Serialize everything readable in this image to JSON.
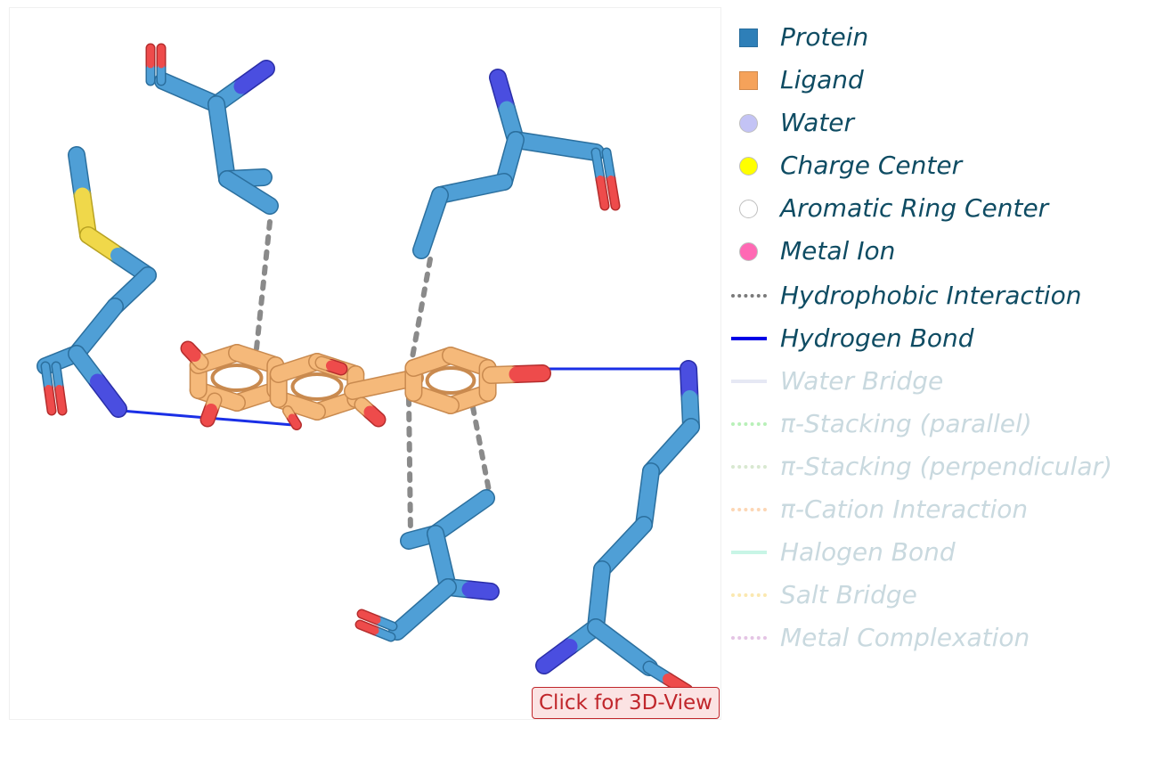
{
  "view_button": {
    "label": "Click for 3D-View"
  },
  "legend": [
    {
      "label": "Protein",
      "swatch": "square",
      "color": "#2e7fb8",
      "dimmed": false
    },
    {
      "label": "Ligand",
      "swatch": "square",
      "color": "#f5a25a",
      "dimmed": false
    },
    {
      "label": "Water",
      "swatch": "circle",
      "color": "#c3c3f5",
      "dimmed": false
    },
    {
      "label": "Charge Center",
      "swatch": "circle",
      "color": "#ffff00",
      "dimmed": false
    },
    {
      "label": "Aromatic Ring Center",
      "swatch": "circle",
      "color": "#ffffff",
      "dimmed": false
    },
    {
      "label": "Metal Ion",
      "swatch": "circle",
      "color": "#ff69b4",
      "dimmed": false
    },
    {
      "label": "Hydrophobic Interaction",
      "swatch": "dotted",
      "color": "#7a7a7a",
      "dimmed": false
    },
    {
      "label": "Hydrogen Bond",
      "swatch": "line",
      "color": "#0000e6",
      "dimmed": false
    },
    {
      "label": "Water Bridge",
      "swatch": "line",
      "color": "#e6e8f4",
      "dimmed": true
    },
    {
      "label": "π-Stacking (parallel)",
      "swatch": "dotted",
      "color": "#b8f0b8",
      "dimmed": true
    },
    {
      "label": "π-Stacking (perpendicular)",
      "swatch": "dotted",
      "color": "#d8e8d0",
      "dimmed": true
    },
    {
      "label": "π-Cation Interaction",
      "swatch": "dotted",
      "color": "#fcd6b4",
      "dimmed": true
    },
    {
      "label": "Halogen Bond",
      "swatch": "line",
      "color": "#c8f5e6",
      "dimmed": true
    },
    {
      "label": "Salt Bridge",
      "swatch": "dotted",
      "color": "#fbe8b0",
      "dimmed": true
    },
    {
      "label": "Metal Complexation",
      "swatch": "dotted",
      "color": "#e4c4e4",
      "dimmed": true
    }
  ],
  "colors": {
    "protein_carbon": "#4f9fd6",
    "ligand_carbon": "#f5b97a",
    "oxygen": "#ee4b4b",
    "nitrogen": "#4a4ee0",
    "sulfur": "#f0d84a",
    "hydrogen_bond": "#1a2fe6",
    "hydrophobic": "#8a8a8a"
  }
}
